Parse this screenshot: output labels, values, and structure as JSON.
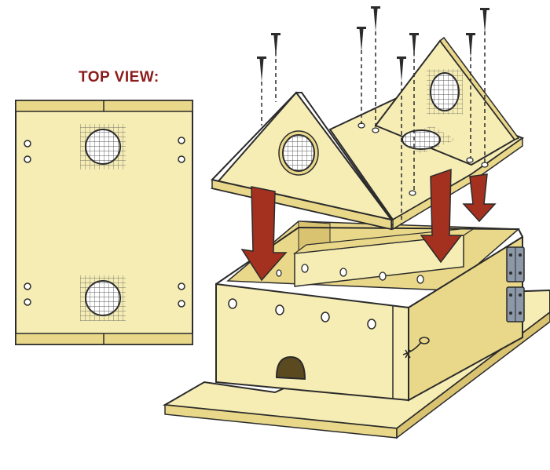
{
  "labels": {
    "top_view": "TOP VIEW:"
  },
  "colors": {
    "wood_light": "#F6EDB4",
    "wood_mid": "#EAD88A",
    "wood_dark": "#D9C270",
    "outline": "#2B2B2B",
    "arrow": "#A4301F",
    "arrow_dark": "#7A2114",
    "label": "#8B1A1A",
    "mesh": "#5A5A5A",
    "hinge": "#8C98A8"
  },
  "parts": {
    "top_view_panel": "top-view",
    "base_board": "base-board",
    "box": "nest-box",
    "roof_lid": "roof-lid",
    "screws": 8,
    "arrows": 3,
    "hinges": 2
  }
}
